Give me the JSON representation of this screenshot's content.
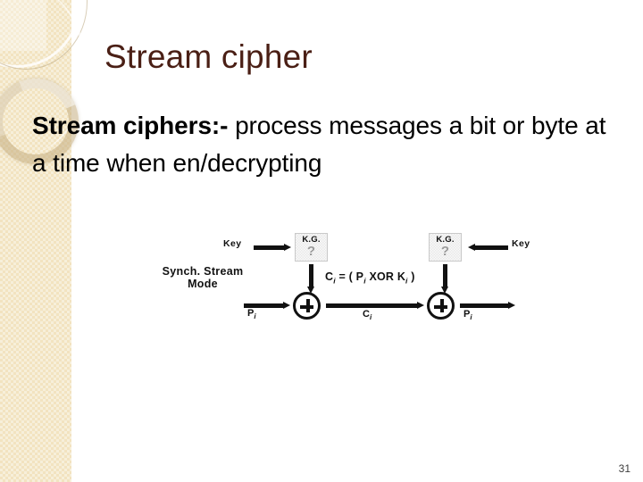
{
  "slide": {
    "title": "Stream cipher",
    "page_number": "31",
    "body": {
      "lead": "Stream ciphers:",
      "lead_dash": "-",
      "rest": " process messages a bit or byte at a time when en/decrypting"
    }
  },
  "diagram": {
    "mode_label_line1": "Synch. Stream",
    "mode_label_line2": "Mode",
    "key_left": "Key",
    "key_right": "Key",
    "kg_left_title": "K.G.",
    "kg_left_question": "?",
    "kg_right_title": "K.G.",
    "kg_right_question": "?",
    "formula": "C",
    "formula_sub1": "i",
    "formula_mid": " = ( P",
    "formula_sub2": "i",
    "formula_xor": " XOR K",
    "formula_sub3": "i",
    "formula_end": " )",
    "plaintext_in": "P",
    "plaintext_in_sub": "i",
    "ciphertext": "C",
    "ciphertext_sub": "i",
    "plaintext_out": "P",
    "plaintext_out_sub": "i",
    "xor_symbol_left": "plus-in-circle",
    "xor_symbol_right": "plus-in-circle"
  },
  "colors": {
    "title": "#4a1f15",
    "band": "#f2e3c0",
    "body_text": "#000000",
    "kg_box": "#e9e9e9"
  }
}
